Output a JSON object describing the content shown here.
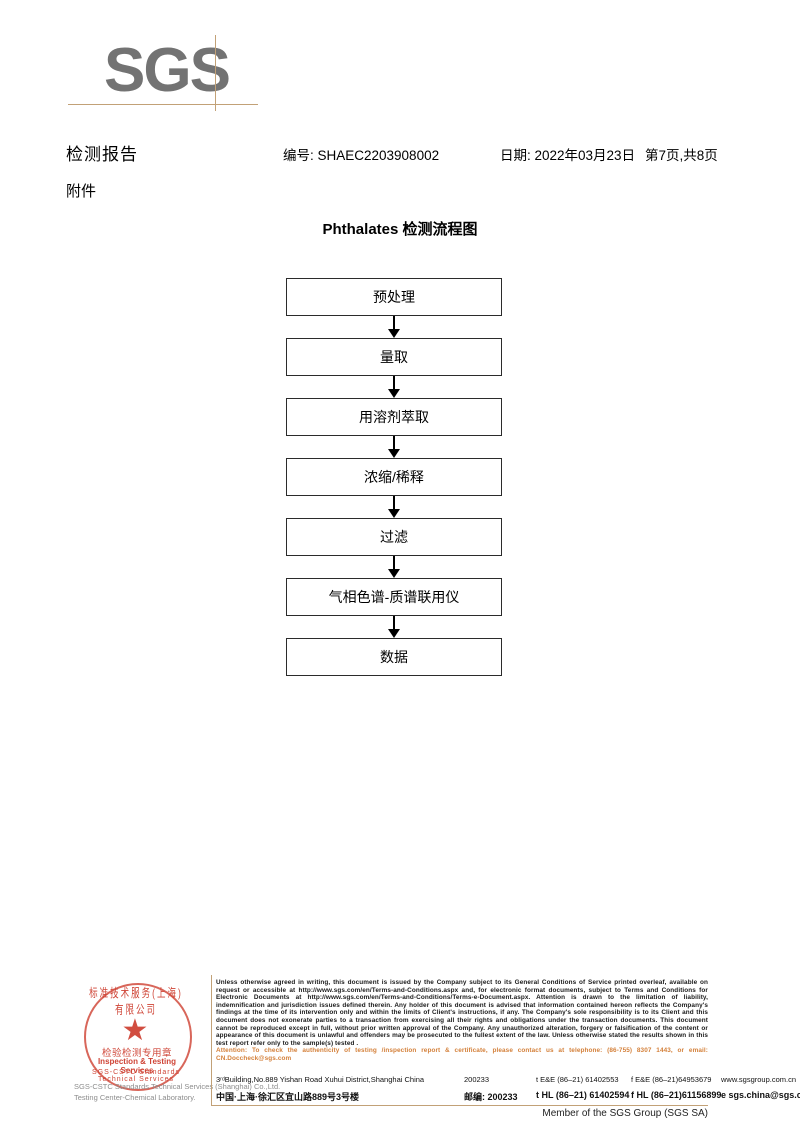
{
  "logo": {
    "text": "SGS"
  },
  "header": {
    "report_title": "检测报告",
    "report_no": "编号: SHAEC2203908002",
    "date": "日期: 2022年03月23日",
    "page": "第7页,共8页",
    "attachment": "附件"
  },
  "flowchart": {
    "title": "Phthalates 检测流程图",
    "steps": [
      {
        "label": "预处理"
      },
      {
        "label": "量取"
      },
      {
        "label": "用溶剂萃取"
      },
      {
        "label": "浓缩/稀释"
      },
      {
        "label": "过滤"
      },
      {
        "label": "气相色谱-质谱联用仪"
      },
      {
        "label": "数据"
      }
    ]
  },
  "stamp": {
    "arc_top": "标准技术服务(上海)有限公司",
    "arc_bottom": "SGS-CSTC Standards Technical Services",
    "star": "★",
    "cn_text": "检验检测专用章",
    "en_text": "Inspection & Testing Services",
    "company_line1": "SGS-CSTC Standards Technical Services (Shanghai) Co.,Ltd.",
    "company_line2": "Testing Center-Chemical Laboratory.",
    "color": "#cf4436"
  },
  "footer": {
    "legal_paragraph": "Unless otherwise agreed in writing, this document is issued by the Company subject to its General Conditions of Service printed overleaf, available on request or accessible at http://www.sgs.com/en/Terms-and-Conditions.aspx and, for electronic format documents, subject to Terms and Conditions for Electronic Documents at http://www.sgs.com/en/Terms-and-Conditions/Terms-e-Document.aspx. Attention is drawn to the limitation of liability, indemnification and jurisdiction issues defined therein. Any holder of this document is advised that information contained hereon reflects the Company's findings at the time of its intervention only and within the limits of Client's instructions, if any. The Company's sole responsibility is to its Client and this document does not exonerate parties to a transaction from exercising all their rights and obligations under the transaction documents. This document cannot be reproduced except in full, without prior written approval of the Company. Any unauthorized alteration, forgery or falsification of the content or appearance of this document is unlawful and offenders may be prosecuted to the fullest extent of the law. Unless otherwise stated the results shown in this test report refer only to the sample(s) tested .",
    "attention_line": "Attention: To check the authenticity of testing /inspection report & certificate, please contact us at telephone: (86-755) 8307 1443, or email: CN.Doccheck@sgs.com",
    "attention_color": "#d4803a",
    "address_en": "3ʳᵈBuilding,No.889 Yishan Road Xuhui District,Shanghai China",
    "zip_en": "200233",
    "tel_en": "t E&E (86–21) 61402553",
    "fax_en": "f E&E (86–21)64953679",
    "web": "www.sgsgroup.com.cn",
    "address_cn": "中国·上海·徐汇区宜山路889号3号楼",
    "zip_cn": "邮编: 200233",
    "tel_cn": "t HL (86–21) 61402594",
    "fax_cn": "f HL (86–21)61156899",
    "email": "e sgs.china@sgs.com",
    "member_line": "Member of the SGS Group (SGS SA)"
  }
}
